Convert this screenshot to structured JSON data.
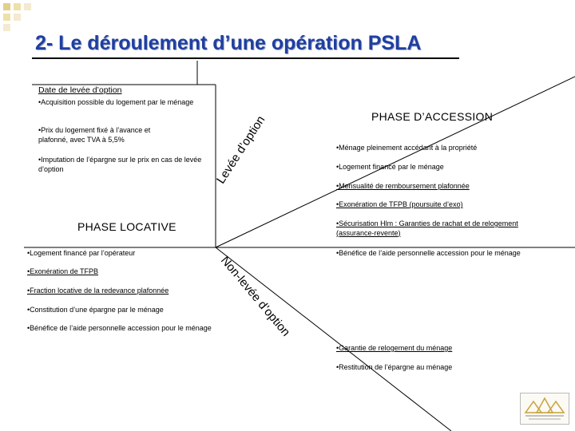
{
  "title": "2- Le déroulement d’une opération PSLA",
  "left_top": {
    "heading": "Date de levée d’option",
    "items": [
      "•Acquisition possible du logement par le ménage",
      "•Prix du logement fixé à l’avance et plafonné, avec TVA à 5,5%",
      "•Imputation de l’épargne sur le prix en cas de levée d’option"
    ]
  },
  "phase_accession": {
    "label": "PHASE D’ACCESSION",
    "items": [
      "•Ménage pleinement accédant à la propriété",
      "•Logement financé par le ménage",
      "•Mensualité de remboursement plafonnée",
      "•Exonération de TFPB (poursuite d’exo)",
      "•Sécurisation Hlm : Garanties de rachat et de relogement (assurance-revente)",
      "•Bénéfice de l’aide personnelle accession pour le ménage"
    ],
    "bottom_items": [
      "•Garantie de relogement du ménage",
      "•Restitution de l’épargne au ménage"
    ]
  },
  "phase_locative": {
    "label": "PHASE LOCATIVE",
    "items": [
      "•Logement financé par l’opérateur",
      "•Exonération de TFPB",
      "•Fraction locative de la redevance plafonnée",
      "•Constitution d’une épargne par le ménage",
      "•Bénéfice de l’aide personnelle accession pour le ménage"
    ]
  },
  "branch_labels": {
    "levee": "Levée d’option",
    "non_levee": "Non-levée d’option"
  },
  "colors": {
    "title": "#1f3fa0",
    "deco_square": "#e4cf8a",
    "lines": "#000000"
  },
  "icons": [
    "decorative-squares-icon",
    "logo-icon"
  ]
}
